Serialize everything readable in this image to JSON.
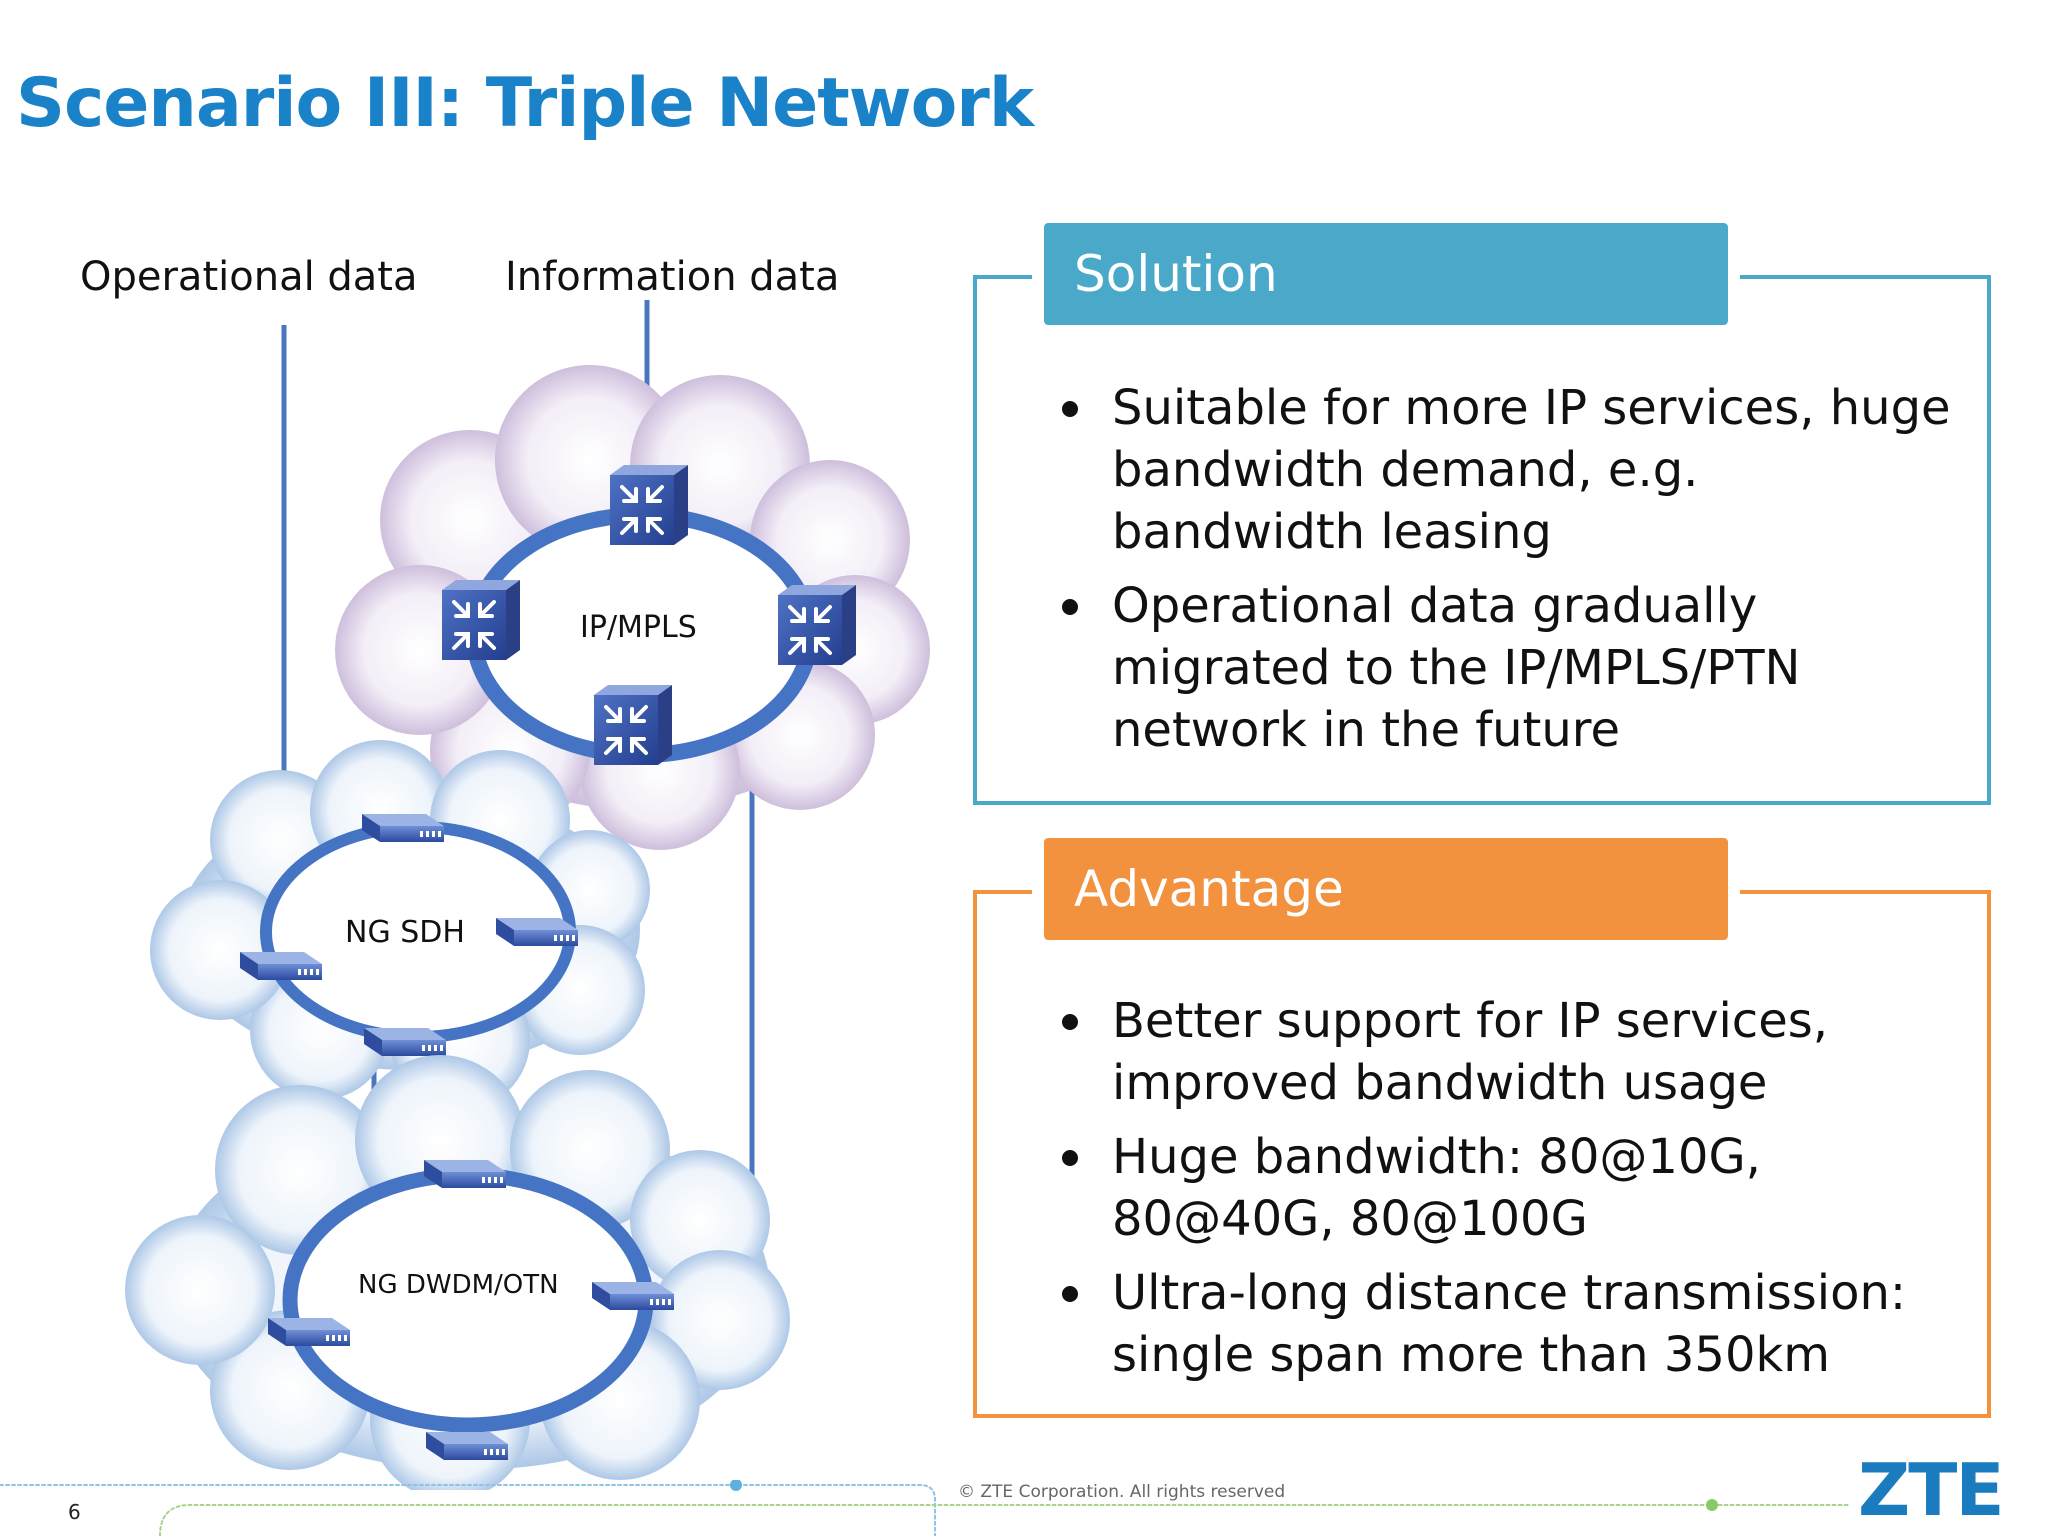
{
  "title": "Scenario III: Triple Network",
  "diagram": {
    "label_operational": "Operational data",
    "label_information": "Information data",
    "label_ipmpls": "IP/MPLS",
    "label_sdh": "NG SDH",
    "label_dwdm": "NG DWDM/OTN"
  },
  "solution": {
    "header": "Solution",
    "bullets": [
      "Suitable for more IP services, huge bandwidth demand, e.g. bandwidth leasing",
      "Operational data gradually migrated to the IP/MPLS/PTN network in the future"
    ]
  },
  "advantage": {
    "header": "Advantage",
    "bullets": [
      "Better support for IP services, improved bandwidth usage",
      "Huge bandwidth: 80@10G, 80@40G, 80@100G",
      "Ultra-long distance transmission: single span more than 350km"
    ]
  },
  "footer": {
    "page": "6",
    "copyright": "© ZTE Corporation. All rights reserved",
    "logo": "ZTE"
  },
  "colors": {
    "title": "#1a82c8",
    "solution": "#4aa9c9",
    "advantage": "#f2913e",
    "ring": "#3d78c0"
  }
}
